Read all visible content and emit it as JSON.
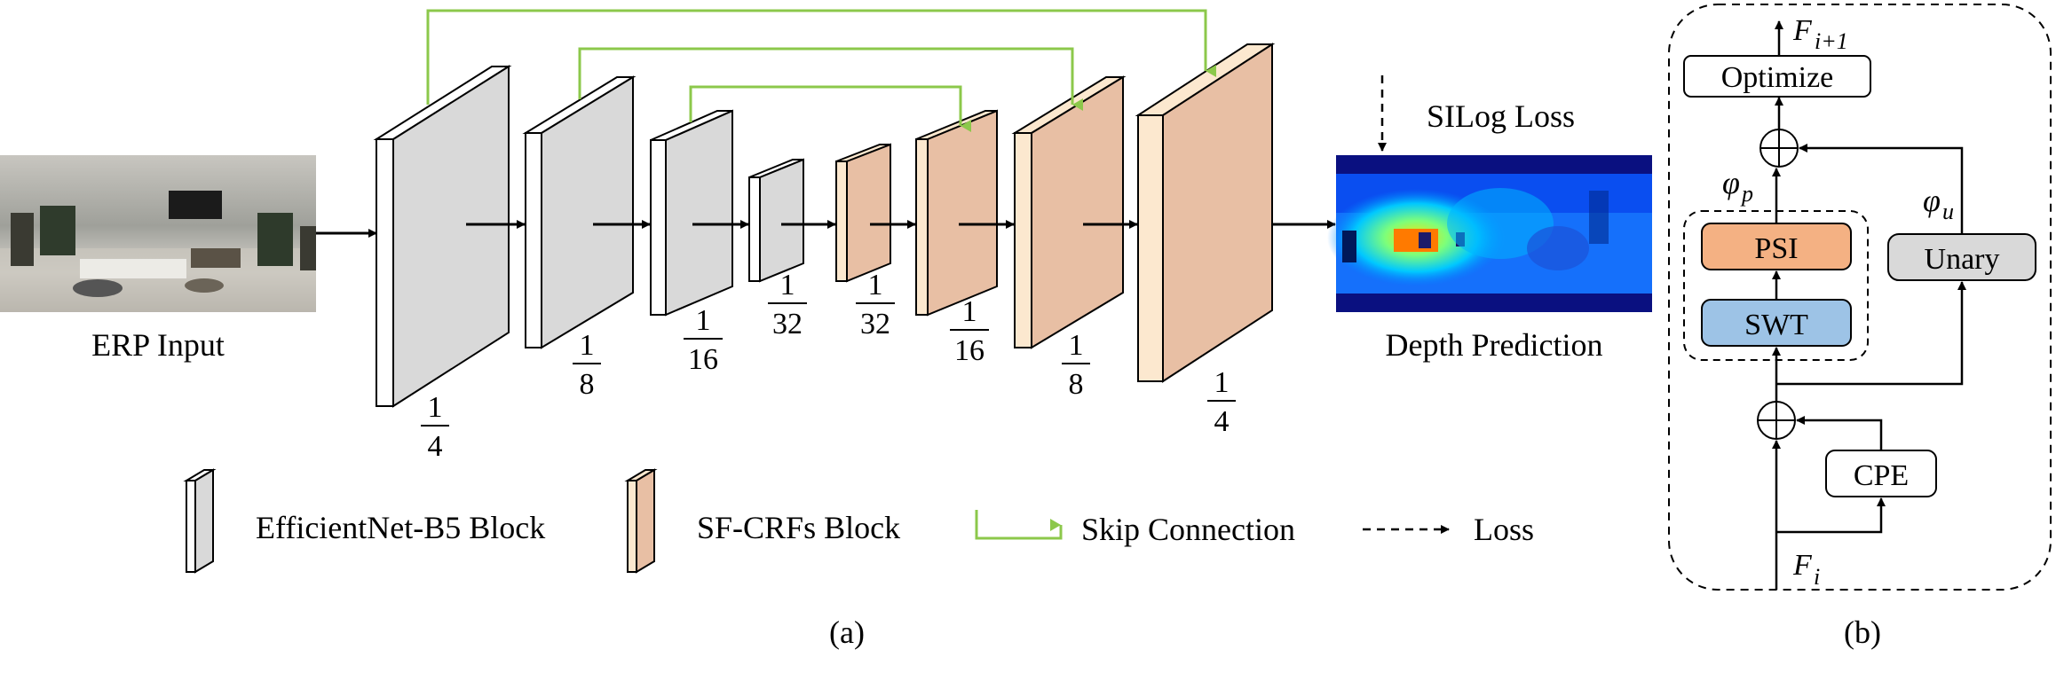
{
  "panel_a": {
    "input_label": "ERP Input",
    "output_label": "Depth Prediction",
    "loss_label": "SILog Loss",
    "caption": "(a)",
    "encoder_scales": [
      {
        "num": "1",
        "den": "4"
      },
      {
        "num": "1",
        "den": "8"
      },
      {
        "num": "1",
        "den": "16"
      },
      {
        "num": "1",
        "den": "32"
      }
    ],
    "decoder_scales": [
      {
        "num": "1",
        "den": "32"
      },
      {
        "num": "1",
        "den": "16"
      },
      {
        "num": "1",
        "den": "8"
      },
      {
        "num": "1",
        "den": "4"
      }
    ],
    "legend": {
      "encoder_block": "EfficientNet-B5 Block",
      "decoder_block": "SF-CRFs Block",
      "skip": "Skip Connection",
      "loss": "Loss"
    },
    "colors": {
      "encoder_face": "#d9d9d9",
      "decoder_face": "#e8bfa4",
      "decoder_side": "#fce8cf",
      "skip": "#8cc84b"
    }
  },
  "panel_b": {
    "caption": "(b)",
    "optimize": "Optimize",
    "psi": "PSI",
    "swt": "SWT",
    "unary": "Unary",
    "cpe": "CPE",
    "f_out": {
      "base": "F",
      "sub": "i+1"
    },
    "f_in": {
      "base": "F",
      "sub": "i"
    },
    "phi_p": {
      "base": "φ",
      "sub": "p"
    },
    "phi_u": {
      "base": "φ",
      "sub": "u"
    },
    "colors": {
      "psi": "#f4b183",
      "swt": "#9dc3e6",
      "unary": "#d9d9d9"
    }
  }
}
